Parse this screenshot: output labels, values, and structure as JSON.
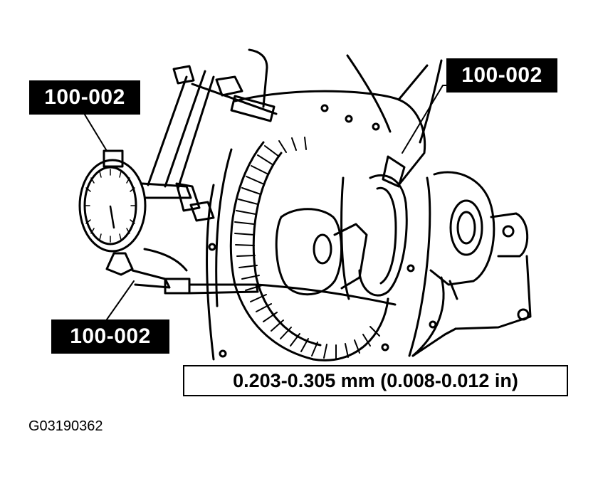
{
  "callouts": {
    "top_left": "100-002",
    "top_right": "100-002",
    "bottom_left": "100-002"
  },
  "specification": "0.203-0.305 mm (0.008-0.012 in)",
  "figure_id": "G03190362",
  "colors": {
    "ink": "#000000",
    "paper": "#ffffff"
  }
}
